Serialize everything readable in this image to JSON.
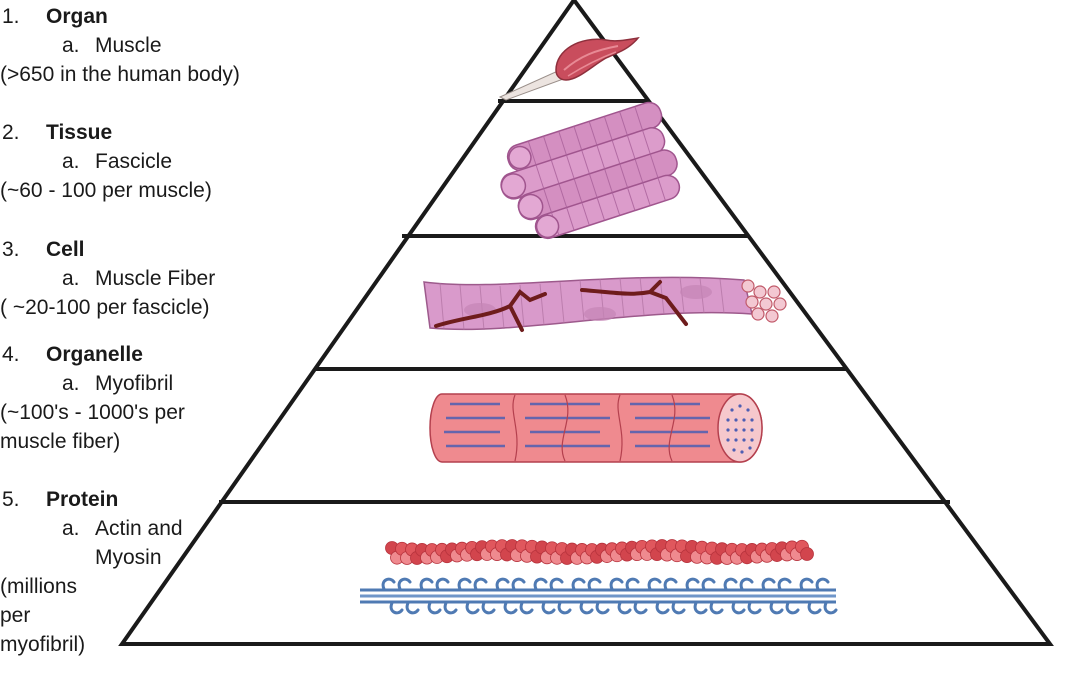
{
  "levels": [
    {
      "number": "1.",
      "title": "Organ",
      "letter": "a.",
      "example": "Muscle",
      "note": [
        "(>650 in the human body)"
      ]
    },
    {
      "number": "2.",
      "title": "Tissue",
      "letter": "a.",
      "example": "Fascicle",
      "note": [
        "(~60 - 100 per muscle)"
      ]
    },
    {
      "number": "3.",
      "title": "Cell",
      "letter": "a.",
      "example": "Muscle Fiber",
      "note": [
        "( ~20-100 per fascicle)"
      ]
    },
    {
      "number": "4.",
      "title": "Organelle",
      "letter": "a.",
      "example": "Myofibril",
      "note": [
        "(~100's - 1000's per",
        "muscle fiber)"
      ]
    },
    {
      "number": "5.",
      "title": "Protein",
      "letter": "a.",
      "example": "Actin and",
      "example2": "Myosin",
      "note": [
        "(millions",
        "per",
        "myofibril)"
      ]
    }
  ],
  "colors": {
    "outline": "#1a1a1a",
    "muscle": "#c94d5d",
    "tendon": "#e8e0dc",
    "fascicle": "#d48fc1",
    "fiber": "#d99acb",
    "vessel": "#6e1c1c",
    "myofibril": "#ef8a8f",
    "myofibril_line": "#4e5fb3",
    "actin": "#e0575d",
    "myosin": "#6f96c9"
  },
  "icons": [
    "muscle-organ-icon",
    "fascicle-bundle-icon",
    "muscle-fiber-icon",
    "myofibril-icon",
    "actin-filament-icon",
    "myosin-filament-icon"
  ]
}
